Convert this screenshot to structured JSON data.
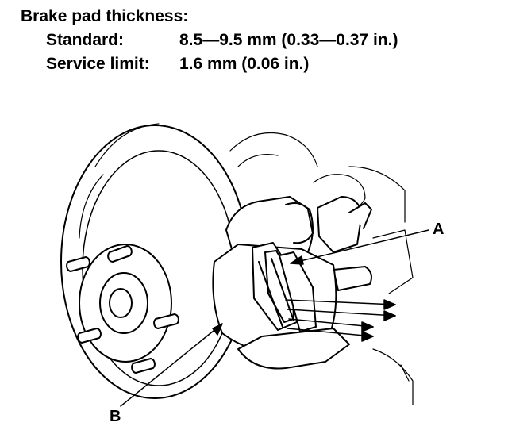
{
  "spec": {
    "heading": "Brake pad thickness:",
    "standard_label": "Standard:",
    "standard_value": "8.5—9.5 mm (0.33—0.37 in.)",
    "service_label": "Service limit:",
    "service_value": "1.6 mm (0.06 in.)"
  },
  "callouts": {
    "a": "A",
    "b": "B"
  }
}
